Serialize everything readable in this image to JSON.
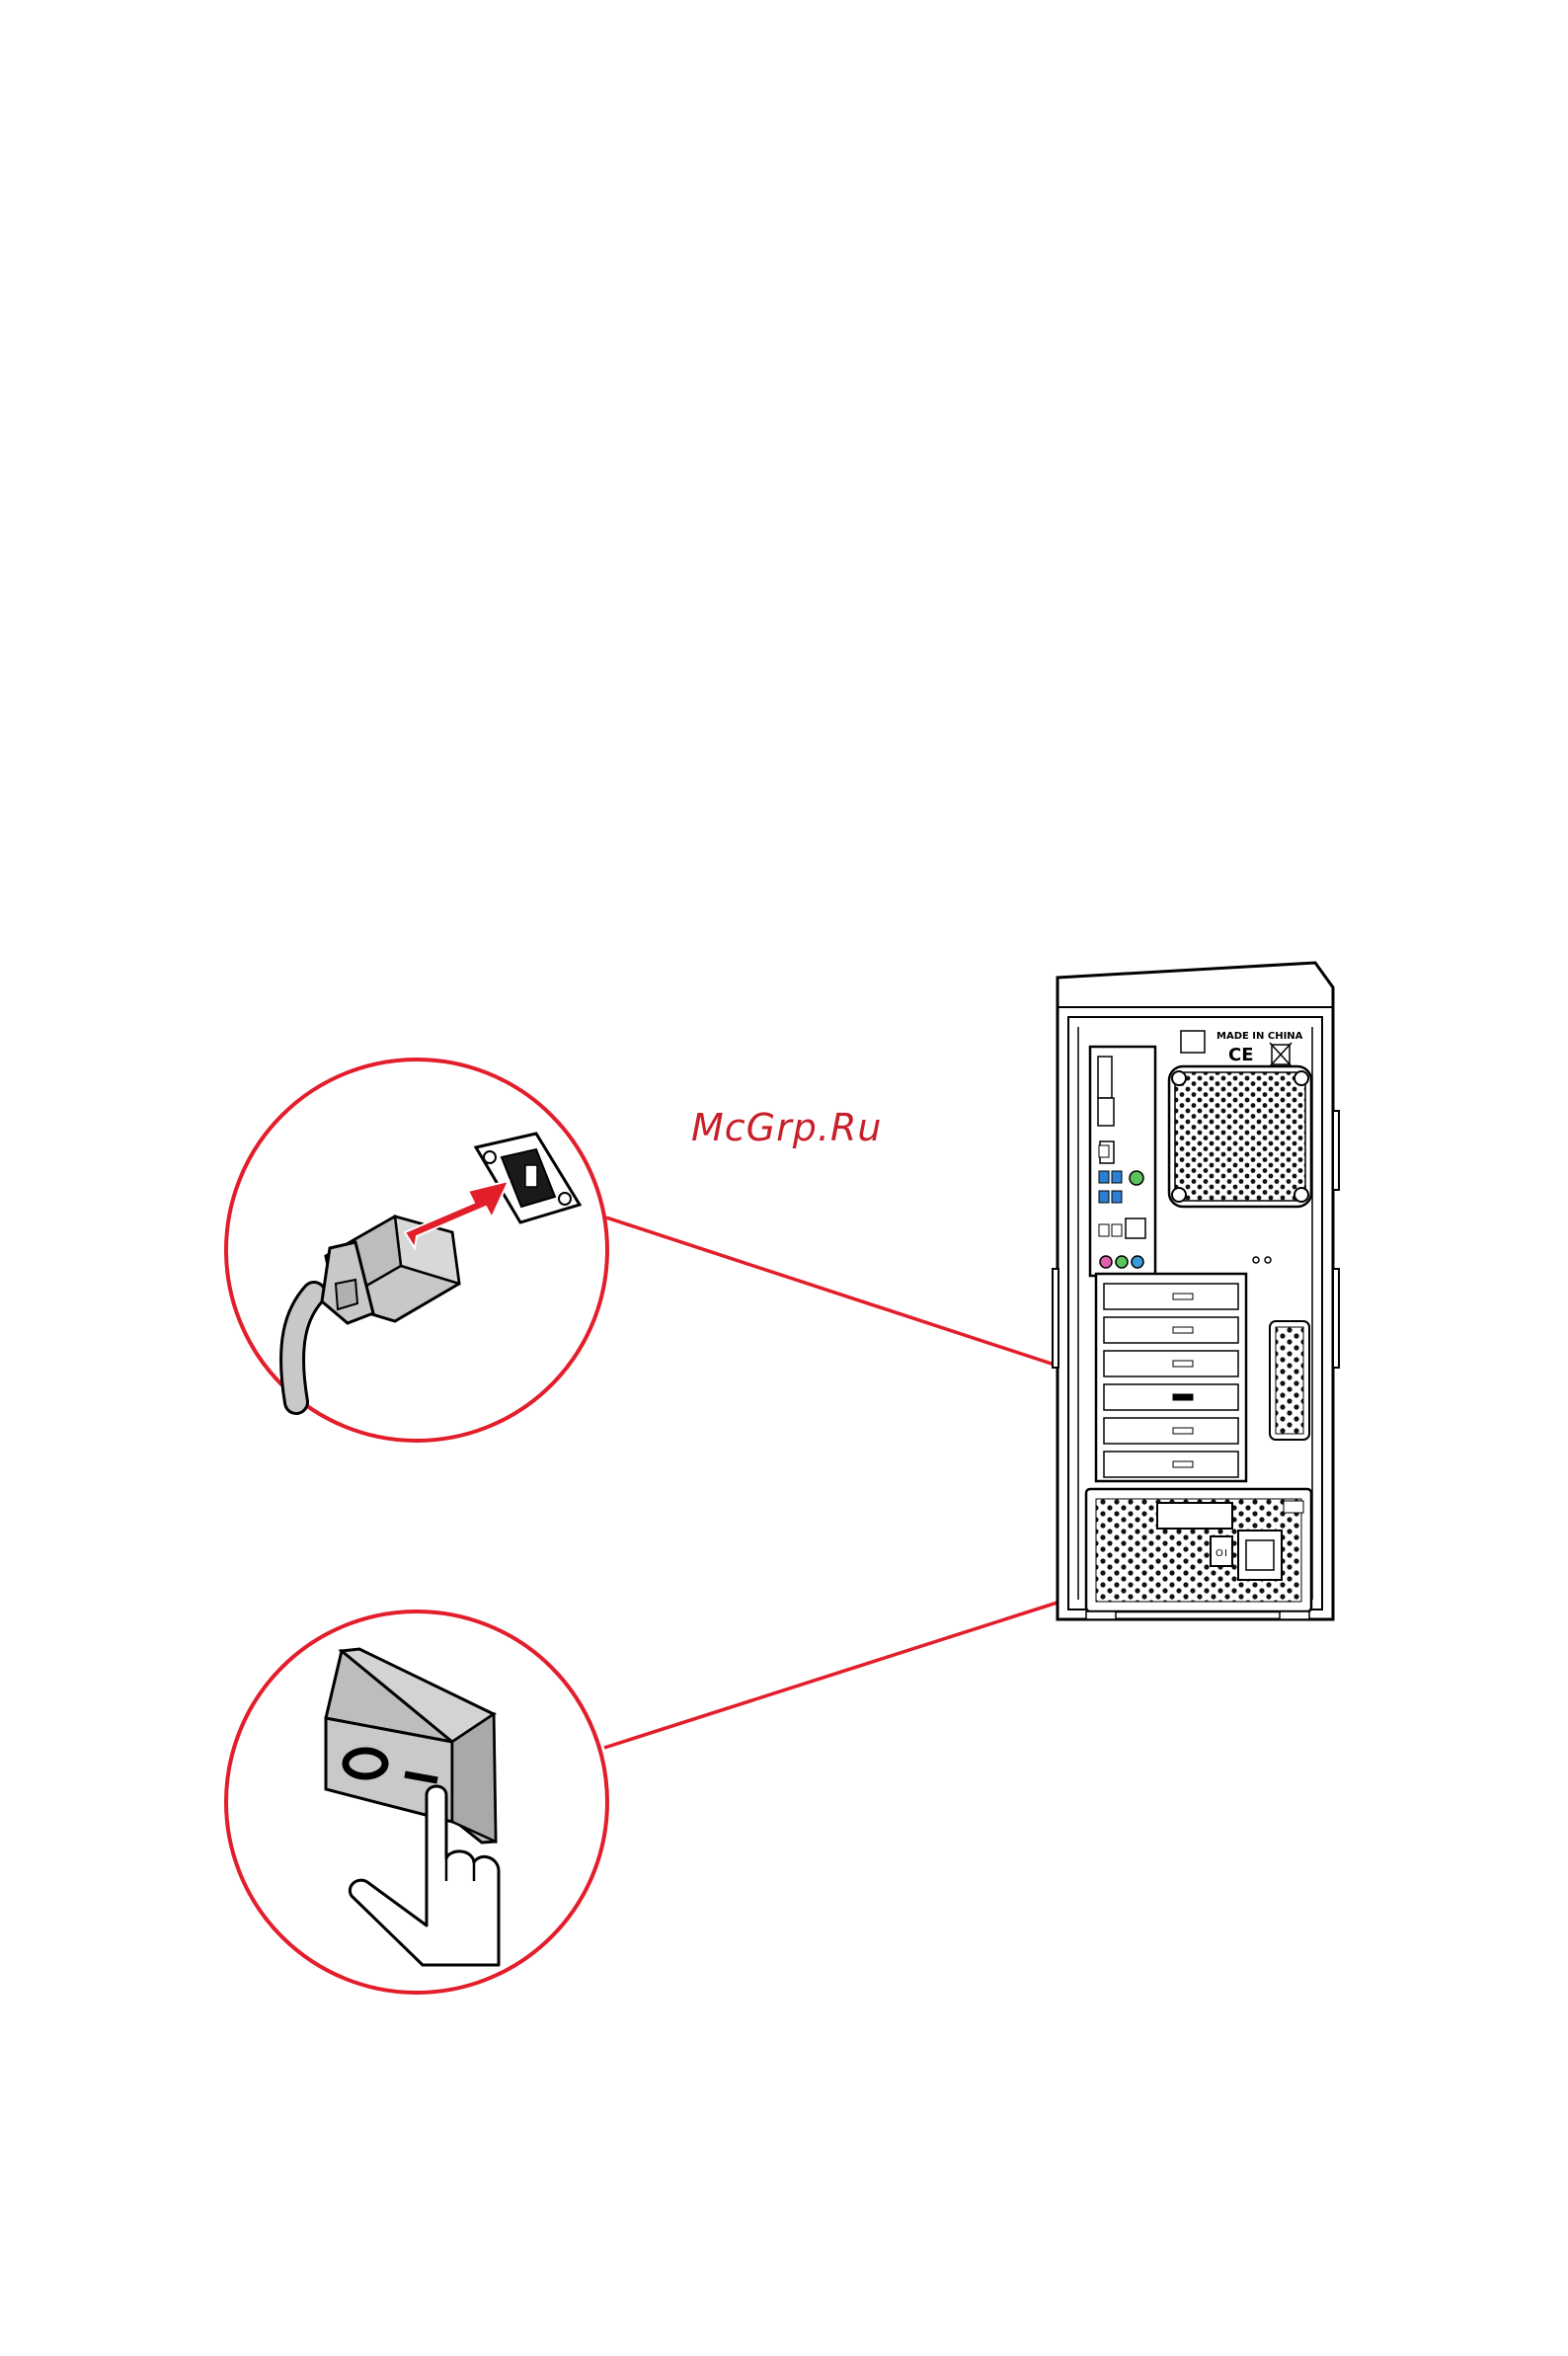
{
  "watermark": {
    "text": "McGrp.Ru",
    "color": "#c8202a"
  },
  "chassis_label": {
    "text": "MADE IN CHINA"
  },
  "switch_symbols": {
    "off": "O",
    "on": "I"
  },
  "colors": {
    "callout": "#e31e2b",
    "arrow": "#e31e2b",
    "outline": "#000000",
    "plug_gray": "#c8c8c8",
    "switch_gray": "#bdbdbd",
    "audio_pink": "#e060b0",
    "audio_green": "#5cc25c",
    "audio_blue": "#3b9be0",
    "usb_blue": "#2a7fd4"
  }
}
